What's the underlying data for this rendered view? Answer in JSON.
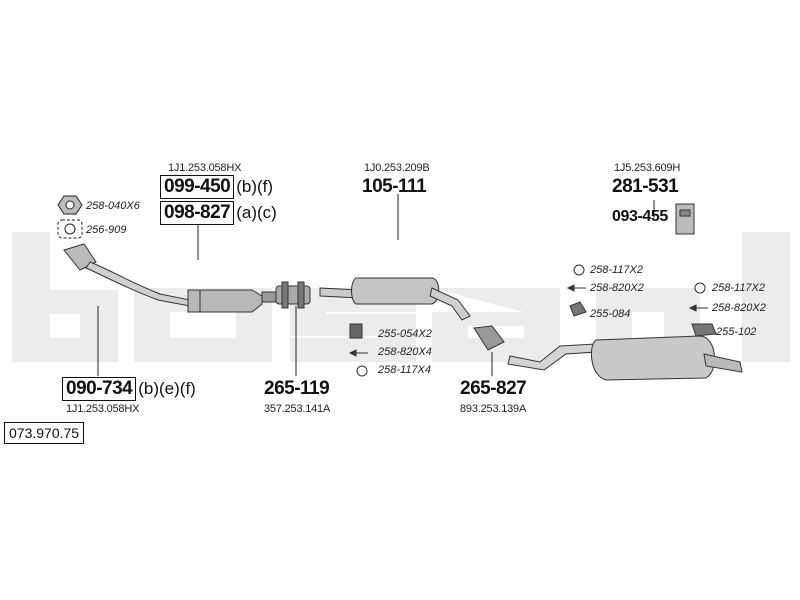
{
  "kit_number": "073.970.75",
  "parts": {
    "front_pipe_a": {
      "oe": "1J1.253.058HX",
      "number": "099-450",
      "suffix": "(b)(f)"
    },
    "front_pipe_b": {
      "number": "098-827",
      "suffix": "(a)(c)"
    },
    "front_pipe_c": {
      "oe": "1J1.253.058HX",
      "number": "090-734",
      "suffix": "(b)(e)(f)"
    },
    "clamp_1": {
      "oe": "357.253.141A",
      "number": "265-119"
    },
    "middle_silencer": {
      "oe": "1J0.253.209B",
      "number": "105-111"
    },
    "clamp_2": {
      "oe": "893.253.139A",
      "number": "265-827"
    },
    "rear_silencer": {
      "oe": "1J5.253.609H",
      "number": "281-531"
    },
    "heat_shield": {
      "number": "093-455"
    }
  },
  "hardware": [
    {
      "id": "nut",
      "label": "258-040X6"
    },
    {
      "id": "gasket",
      "label": "256-909"
    },
    {
      "id": "mid_bracket",
      "label": "255-054X2"
    },
    {
      "id": "mid_bolt",
      "label": "258-820X4"
    },
    {
      "id": "mid_ring",
      "label": "258-117X4"
    },
    {
      "id": "rear_ring_1",
      "label": "258-117X2"
    },
    {
      "id": "rear_bolt_1",
      "label": "258-820X2"
    },
    {
      "id": "rear_mount_1",
      "label": "255-084"
    },
    {
      "id": "rear_ring_2",
      "label": "258-117X2"
    },
    {
      "id": "rear_bolt_2",
      "label": "258-820X2"
    },
    {
      "id": "rear_mount_2",
      "label": "255-102"
    }
  ],
  "colors": {
    "watermark": "#ececec",
    "line": "#222222",
    "part_fill": "#d9d9d9",
    "part_dark": "#8a8a8a"
  }
}
